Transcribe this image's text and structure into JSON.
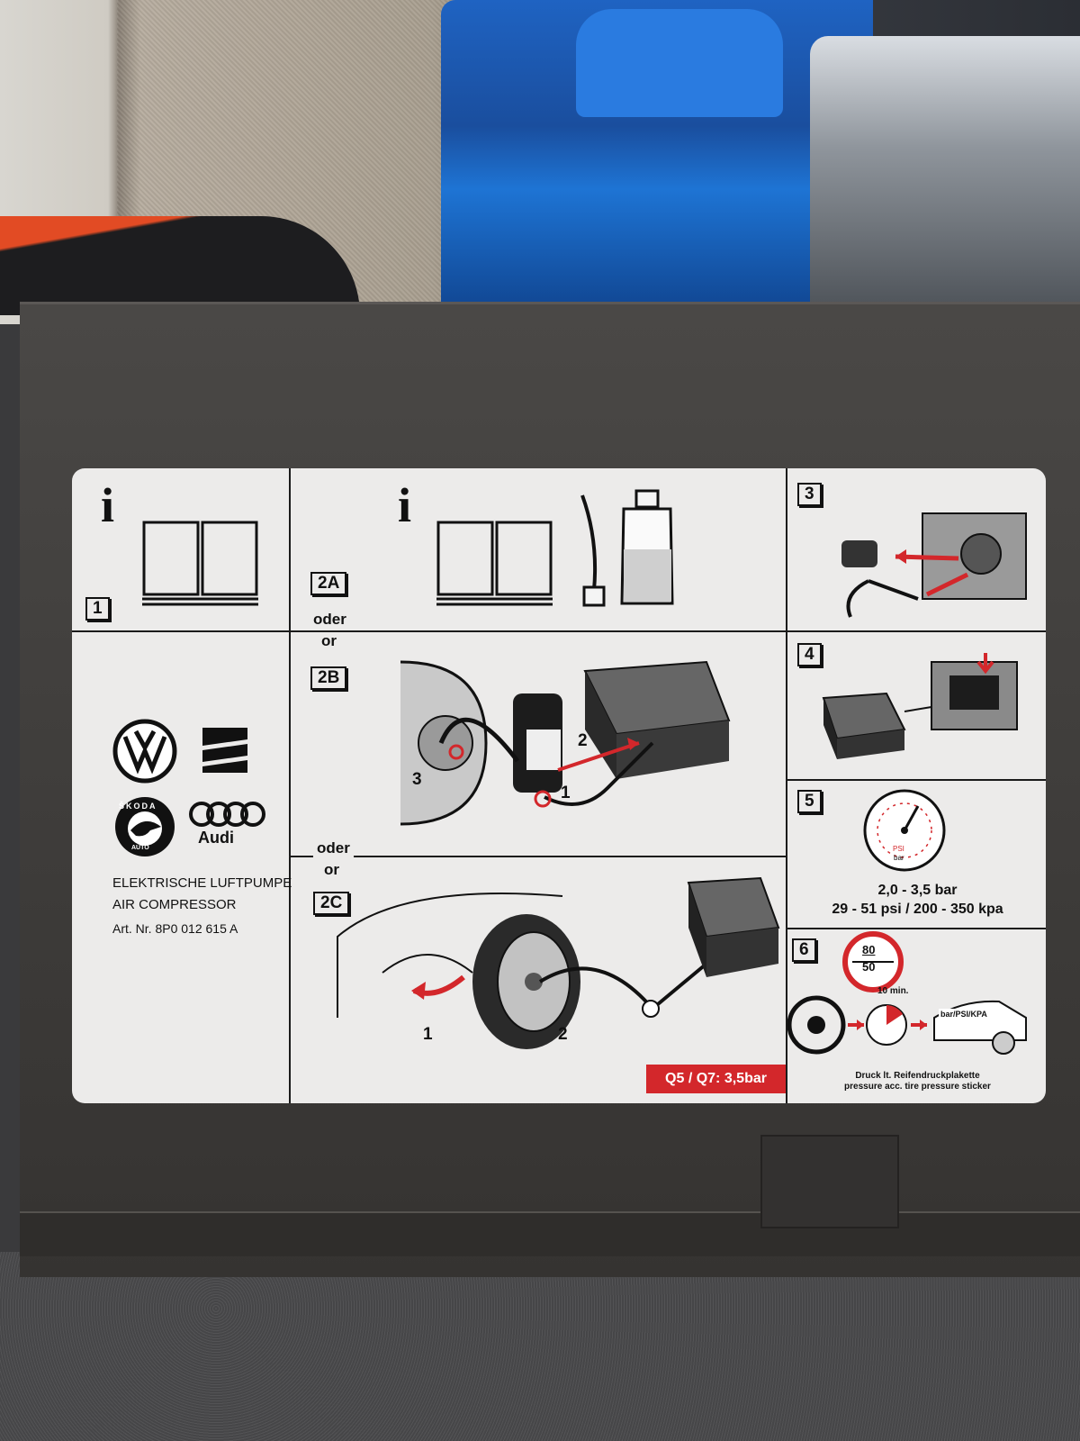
{
  "sticker": {
    "steps": {
      "s1": "1",
      "s2a": "2A",
      "s2b": "2B",
      "s2c": "2C",
      "s3": "3",
      "s4": "4",
      "s5": "5",
      "s6": "6"
    },
    "info_glyph": "i",
    "or_label_de": "oder",
    "or_label_en": "or",
    "product_name_de": "ELEKTRISCHE LUFTPUMPE",
    "product_name_en": "AIR COMPRESSOR",
    "article_number": "Art. Nr. 8P0 012 615 A",
    "brand_audi": "Audi",
    "brand_skoda": "ŠKODA",
    "brand_skoda_sub": "AUTO",
    "callouts": {
      "one": "1",
      "two": "2",
      "three": "3"
    },
    "pressure_range_bar": "2,0 - 3,5 bar",
    "pressure_range_alt": "29 - 51 psi / 200 - 350 kpa",
    "gauge_unit": "bar",
    "gauge_psi": "PSI",
    "speed_sign_top": "80",
    "speed_sign_bottom": "50",
    "timer_label": "10 min.",
    "sticker_label": "bar/PSI/KPA",
    "footer_de": "Druck lt. Reifendruckplakette",
    "footer_en": "pressure acc. tire pressure sticker",
    "q5_q7_note": "Q5 / Q7: 3,5bar"
  },
  "colors": {
    "sticker_bg": "#ecebea",
    "accent_red": "#d3272b",
    "ink": "#111111"
  }
}
